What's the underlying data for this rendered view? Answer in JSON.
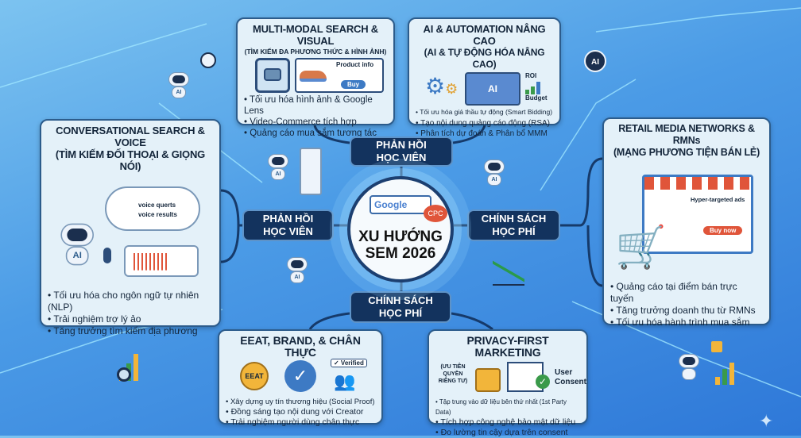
{
  "center": {
    "title_line1": "XU HƯỚNG",
    "title_line2": "SEM 2026",
    "search_brand": "Google",
    "badge": "CPC"
  },
  "pills": {
    "top": {
      "line1": "PHẢN HỒI",
      "line2": "HỌC VIÊN"
    },
    "left": {
      "line1": "PHẢN HỒI",
      "line2": "HỌC VIÊN"
    },
    "right": {
      "line1": "CHÍNH SÁCH",
      "line2": "HỌC PHÍ"
    },
    "bottom": {
      "line1": "CHÍNH SÁCH",
      "line2": "HỌC PHÍ"
    }
  },
  "cards": {
    "multimodal": {
      "title": "MULTI-MODAL SEARCH & VISUAL",
      "subtitle": "(TÌM KIẾM ĐA PHƯƠNG THỨC & HÌNH ẢNH)",
      "product_info": "Product info",
      "buy": "Buy",
      "items": [
        "Tối ưu hóa hình ảnh & Google Lens",
        "Video-Commerce tích hợp",
        "Quảng cáo mua sắm tương tác"
      ]
    },
    "ai": {
      "title": "AI & AUTOMATION NÂNG CAO",
      "subtitle": "(AI & TỰ ĐỘNG HÓA NÂNG CAO)",
      "chip": "AI",
      "roi": "ROI",
      "budget": "Budget",
      "items": [
        "Tối ưu hóa giá thầu tự động (Smart Bidding)",
        "Tạo nội dung quảng cáo động (RSA)",
        "Phân tích dự đoán & Phân bổ MMM"
      ]
    },
    "conversational": {
      "title": "CONVERSATIONAL SEARCH & VOICE",
      "subtitle": "(TÌM KIẾM ĐỐI THOẠI & GIỌNG NÓI)",
      "voice_queries": "voice querts",
      "voice_results": "voice results",
      "robot_label": "AI",
      "items": [
        "Tối ưu hóa cho ngôn ngữ tự nhiên (NLP)",
        "Trải nghiệm trợ lý ảo",
        "Tăng trưởng tìm kiếm địa phương"
      ]
    },
    "retail": {
      "title": "RETAIL MEDIA NETWORKS & RMNs",
      "subtitle": "(MẠNG PHƯƠNG TIỆN BÁN LẺ)",
      "ads_label": "Hyper-targeted ads",
      "buy_now": "Buy now",
      "items": [
        "Quảng cáo tại điểm bán trực tuyến",
        "Tăng trưởng doanh thu từ RMNs",
        "Tối ưu hóa hành trình mua sắm"
      ]
    },
    "eeat": {
      "title": "EEAT, BRAND, & CHÂN THỰC",
      "badge": "EEAT",
      "verified": "✓ Verified",
      "items": [
        "Xây dựng uy tín thương hiệu (Social Proof)",
        "Đồng sáng tạo nội dung với Creator",
        "Trải nghiệm người dùng chân thực"
      ]
    },
    "privacy": {
      "title": "PRIVACY-FIRST MARKETING",
      "subtitle": "(ƯU TIÊN QUYỀN RIÊNG TƯ)",
      "consent": "User Consent",
      "items": [
        "Tập trung vào dữ liệu bên thứ nhất (1st Party Data)",
        "Tích hợp công nghệ bảo mật dữ liệu",
        "Đo lường tin cậy dựa trên consent"
      ]
    }
  },
  "robot_label": "AI",
  "colors": {
    "background": "#4b9be6",
    "card": "#e4f1f9",
    "pill": "#13335e",
    "accent_red": "#e0553a"
  }
}
